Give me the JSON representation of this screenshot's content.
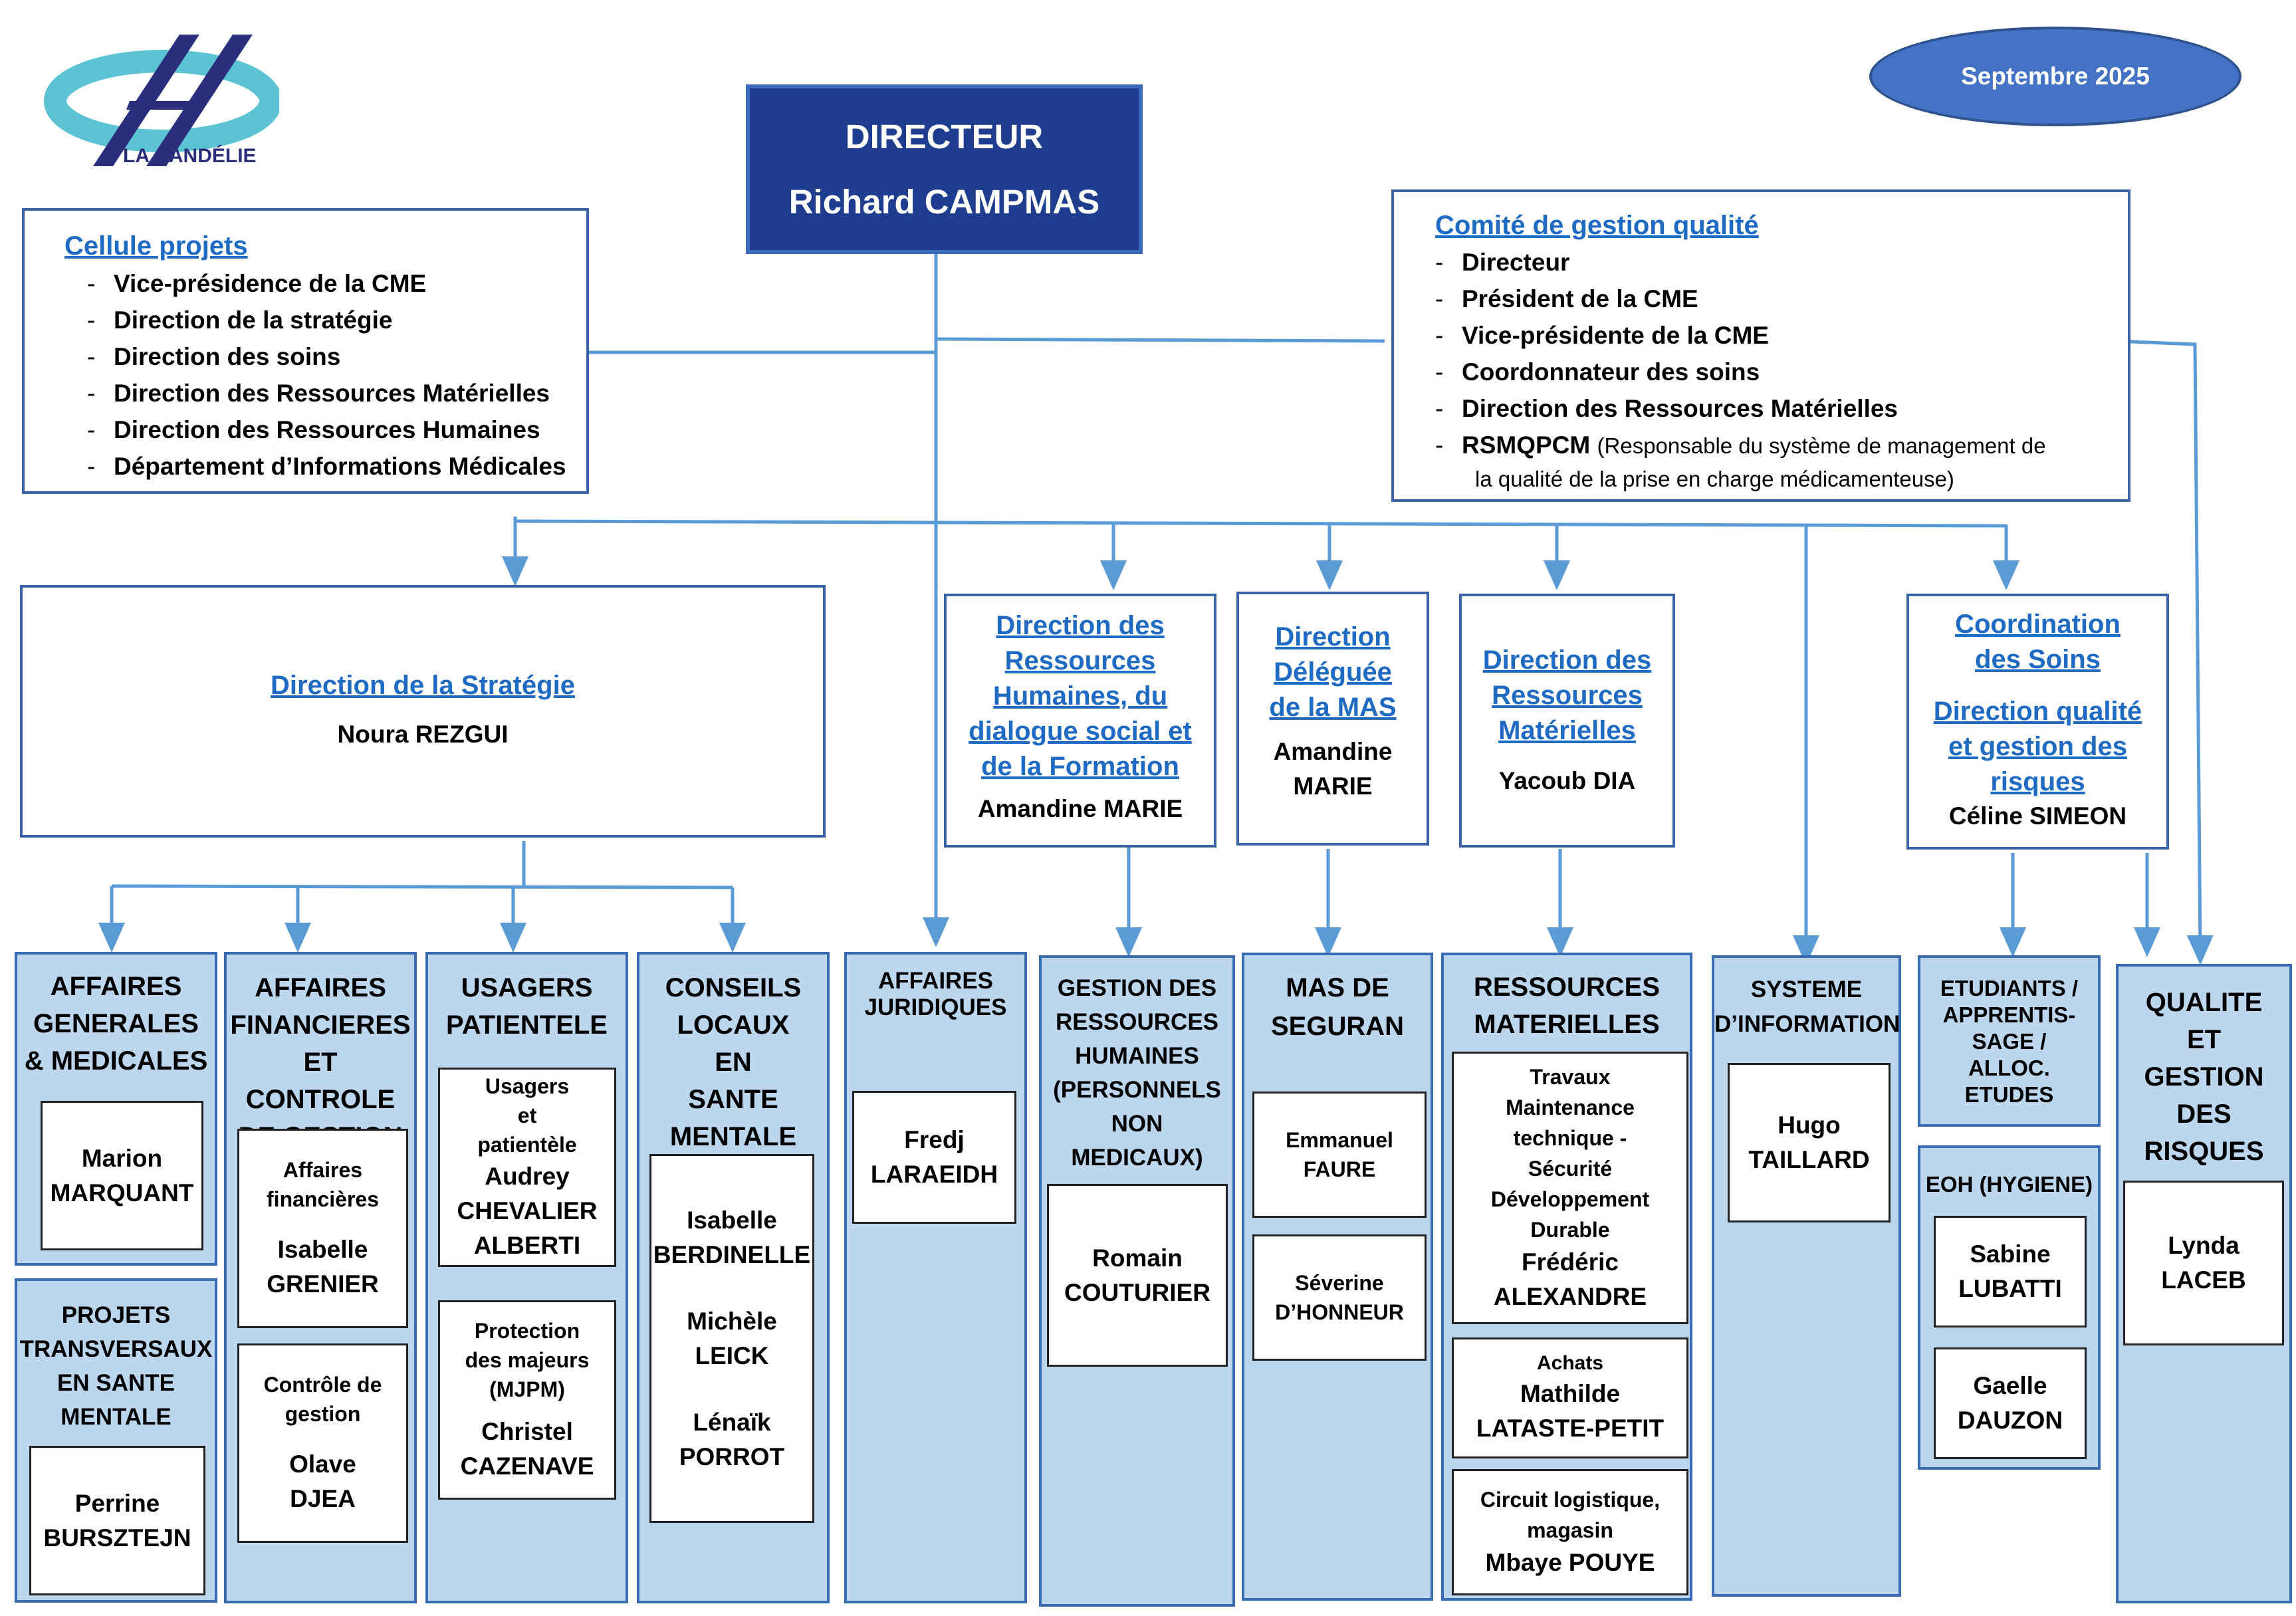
{
  "header": {
    "logo_text": "LA CANDÉLIE",
    "date_badge": "Septembre 2025"
  },
  "director": {
    "title": "DIRECTEUR",
    "name": "Richard CAMPMAS"
  },
  "cellule_projets": {
    "title": "Cellule projets",
    "items": [
      "Vice-présidence de la CME",
      "Direction de la stratégie",
      "Direction des soins",
      "Direction des Ressources Matérielles",
      "Direction des Ressources Humaines",
      "Département d’Informations Médicales"
    ]
  },
  "comite_qualite": {
    "title": "Comité de gestion qualité",
    "items": [
      "Directeur",
      "Président de la CME",
      "Vice-présidente de la CME",
      "Coordonnateur des soins",
      "Direction des Ressources Matérielles"
    ],
    "last_item_bold": "RSMQPCM",
    "last_item_detail": "(Responsable du système de management de",
    "last_item_detail2": "la qualité de la prise en charge médicamenteuse)"
  },
  "directions": {
    "strategie": {
      "title": "Direction de la Stratégie",
      "name": "Noura REZGUI"
    },
    "rh": {
      "title_lines": [
        "Direction des",
        "Ressources",
        "Humaines, du",
        "dialogue social et",
        "de la Formation"
      ],
      "name": "Amandine MARIE"
    },
    "mas": {
      "title_lines": [
        "Direction",
        "Déléguée",
        "de la MAS"
      ],
      "name_lines": [
        "Amandine",
        "MARIE"
      ]
    },
    "rm": {
      "title_lines": [
        "Direction des",
        "Ressources",
        "Matérielles"
      ],
      "name": "Yacoub DIA"
    },
    "soins": {
      "title_lines": [
        "Coordination",
        "des Soins"
      ],
      "title2_lines": [
        "Direction qualité",
        "et gestion des",
        "risques"
      ],
      "name": "Céline SIMEON"
    }
  },
  "departments": {
    "affaires_generales": {
      "title_lines": [
        "AFFAIRES",
        "GENERALES",
        "& MEDICALES"
      ],
      "person_lines": [
        "Marion",
        "MARQUANT"
      ]
    },
    "projets_transversaux": {
      "title_lines": [
        "PROJETS",
        "TRANSVERSAUX",
        "EN SANTE",
        "MENTALE"
      ],
      "person_lines": [
        "Perrine",
        "BURSZTEJN"
      ]
    },
    "affaires_financieres": {
      "title_lines": [
        "AFFAIRES",
        "FINANCIERES",
        "ET CONTROLE",
        "DE GESTION"
      ],
      "box1": {
        "sub_lines": [
          "Affaires",
          "financières"
        ],
        "person_lines": [
          "Isabelle",
          "GRENIER"
        ]
      },
      "box2": {
        "sub_lines": [
          "Contrôle de",
          "gestion"
        ],
        "person_lines": [
          "Olave",
          "DJEA"
        ]
      }
    },
    "usagers": {
      "title_lines": [
        "USAGERS",
        "PATIENTELE"
      ],
      "box1": {
        "sub_lines": [
          "Usagers",
          "et",
          "patientèle"
        ],
        "person_lines": [
          "Audrey",
          "CHEVALIER",
          "ALBERTI"
        ]
      },
      "box2": {
        "sub_lines": [
          "Protection",
          "des majeurs",
          "(MJPM)"
        ],
        "person_lines": [
          "Christel",
          "CAZENAVE"
        ]
      }
    },
    "conseils": {
      "title_lines": [
        "CONSEILS",
        "LOCAUX",
        "EN",
        "SANTE",
        "MENTALE"
      ],
      "person_lines": [
        "Isabelle",
        "BERDINELLE",
        "",
        "Michèle",
        "LEICK",
        "",
        "Lénaïk",
        "PORROT"
      ]
    },
    "affaires_juridiques": {
      "title_lines": [
        "AFFAIRES",
        "JURIDIQUES"
      ],
      "person_lines": [
        "Fredj",
        "LARAEIDH"
      ]
    },
    "gestion_rh": {
      "title_lines": [
        "GESTION DES",
        "RESSOURCES",
        "HUMAINES",
        "(PERSONNELS",
        "NON",
        "MEDICAUX)"
      ],
      "person_lines": [
        "Romain",
        "COUTURIER"
      ]
    },
    "mas_seguran": {
      "title_lines": [
        "MAS DE",
        "SEGURAN"
      ],
      "box1": {
        "person_lines": [
          "Emmanuel",
          "FAURE"
        ]
      },
      "box2": {
        "person_lines": [
          "Séverine",
          "D’HONNEUR"
        ]
      }
    },
    "ressources_materielles": {
      "title_lines": [
        "RESSOURCES",
        "MATERIELLES"
      ],
      "box1": {
        "sub_lines": [
          "Travaux",
          "Maintenance",
          "technique -",
          "Sécurité",
          "Développement",
          "Durable"
        ],
        "person_lines": [
          "Frédéric",
          "ALEXANDRE"
        ]
      },
      "box2": {
        "sub_lines": [
          "Achats"
        ],
        "person_lines": [
          "Mathilde",
          "LATASTE-PETIT"
        ]
      },
      "box3": {
        "sub_lines": [
          "Circuit logistique,",
          "magasin"
        ],
        "person_lines": [
          "Mbaye POUYE"
        ]
      }
    },
    "systeme_info": {
      "title_lines": [
        "SYSTEME",
        "D’INFORMATION"
      ],
      "person_lines": [
        "Hugo",
        "TAILLARD"
      ]
    },
    "etudiants": {
      "title_lines": [
        "ETUDIANTS /",
        "APPRENTIS-",
        "SAGE /",
        "ALLOC.",
        "ETUDES"
      ]
    },
    "eoh": {
      "title": "EOH (HYGIENE)",
      "box1": {
        "person_lines": [
          "Sabine",
          "LUBATTI"
        ]
      },
      "box2": {
        "person_lines": [
          "Gaelle",
          "DAUZON"
        ]
      }
    },
    "qualite": {
      "title_lines": [
        "QUALITE",
        "ET",
        "GESTION",
        "DES",
        "RISQUES"
      ],
      "person_lines": [
        "Lynda",
        "LACEB"
      ]
    }
  }
}
